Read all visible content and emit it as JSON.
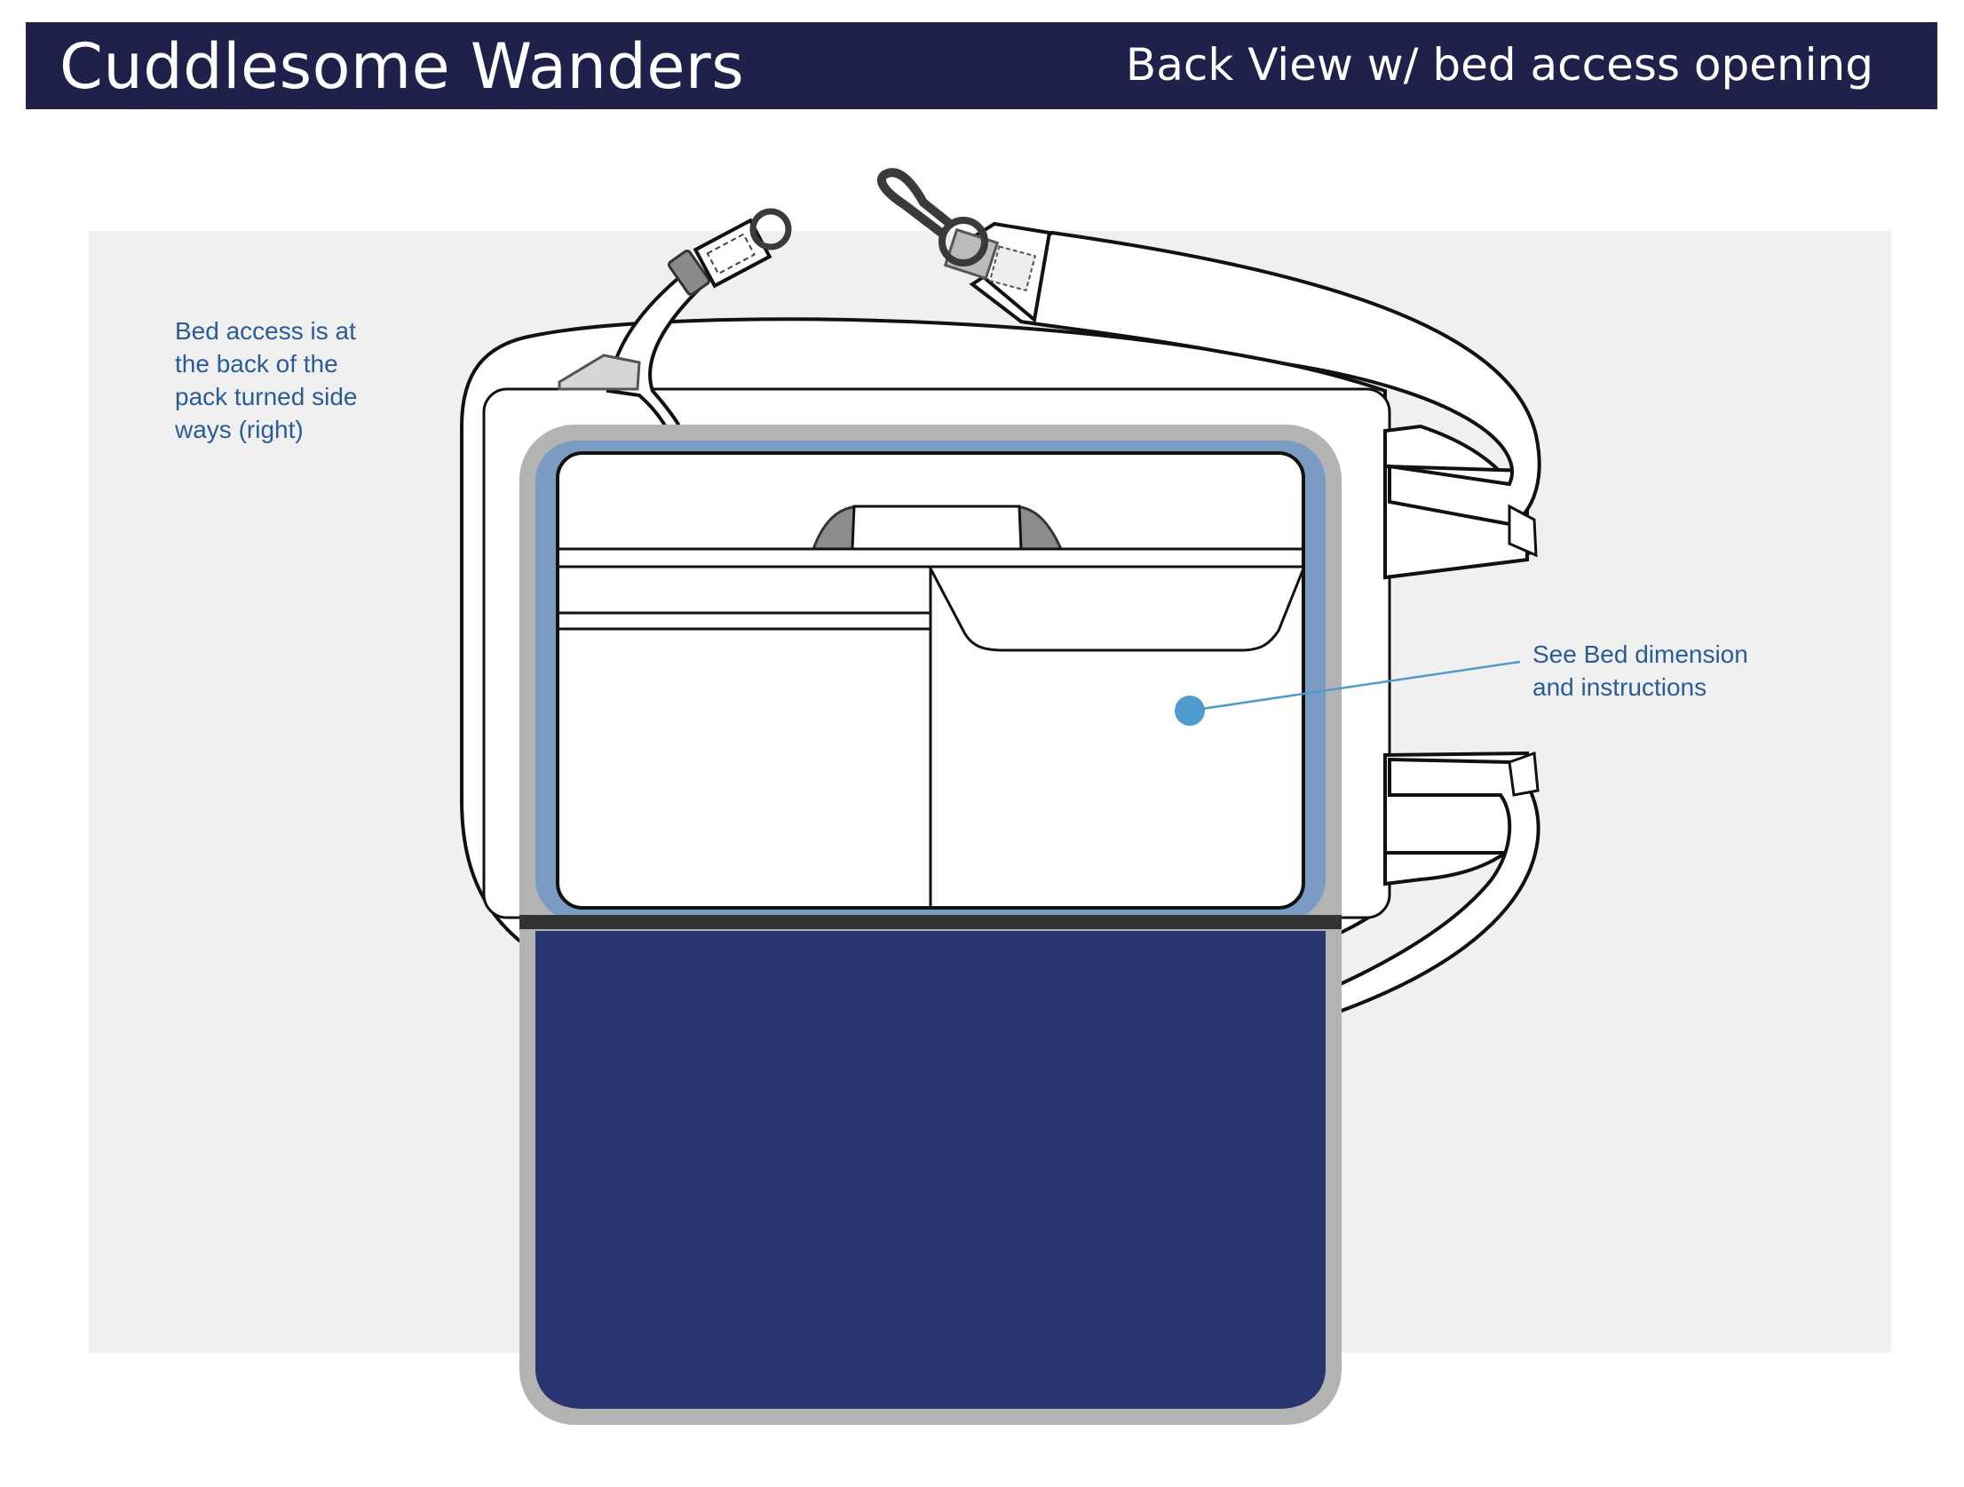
{
  "header": {
    "brand": "Cuddlesome Wanders",
    "view_title": "Back View w/ bed access opening"
  },
  "annotations": {
    "bed_access_note": [
      "Bed access is at",
      "the back of the",
      "pack turned side",
      "ways (right)"
    ],
    "bed_dimension_note": [
      "See Bed dimension",
      "and instructions"
    ]
  },
  "colors": {
    "header_bg": "#1f214b",
    "header_text": "#ffffff",
    "canvas_bg": "#f0f0f0",
    "flap_navy": "#283571",
    "lining_blue": "#7b9cc2",
    "frame_gray": "#b3b3b3",
    "annotation_text": "#2a5c99",
    "callout_dot": "#4d9ccb"
  }
}
